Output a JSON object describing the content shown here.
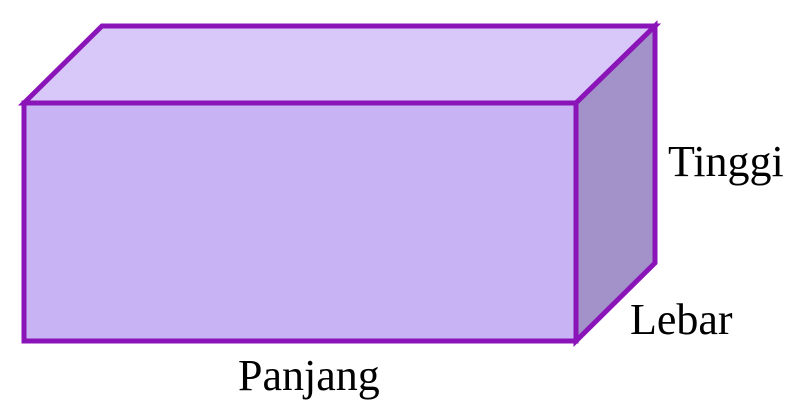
{
  "labels": {
    "height": "Tinggi",
    "width": "Lebar",
    "length": "Panjang"
  },
  "colors": {
    "outline": "#8a14b8",
    "front_face": "#c8b4f5",
    "top_face": "#d8c8fa",
    "side_face": "#a392c9",
    "text": "#000000"
  }
}
